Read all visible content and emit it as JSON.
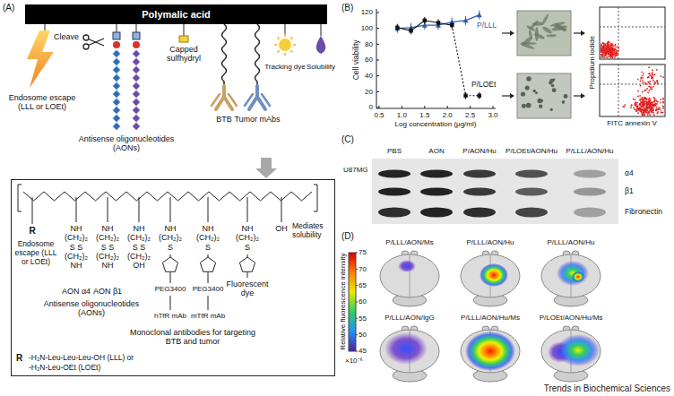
{
  "diagram": {
    "nodes": [
      {
        "text": [
          "Polymalic acid"
        ]
      },
      {
        "text": [
          "R",
          "Endosome escape (LLL or LOEt)",
          "Mediates solubility",
          "NH (CH₂)₂ S S (CH₂)₂ NH",
          "NH (CH₂)₂ S S (CH₂)₂ NH",
          "NH (CH₂)₂ S S (CH₂)₂ OH",
          "NH (CH₂)₂ S",
          "NH (CH₂)₂ S",
          "NH (CH₂)₂ S",
          "OH",
          "AON α4",
          "AON β1",
          "Antisense oligonucleotides (AONs)",
          "PEG3400",
          "PEG3400",
          "Fluorescent dye",
          "hTfR mAb",
          "mTfR mAb",
          "Monoclonal antibodies for targeting BTB and tumor",
          "R",
          "-H₂N-Leu-Leu-Leu-OH (LLL) or",
          "-H₂N-Leu-OEt (LOEt)"
        ]
      }
    ],
    "labels": [
      "(A)",
      "Endosome escape (LLL or LOEt)",
      "Cleave",
      "Antisense oligonucleotides (AONs)",
      "Capped sulfhydryl",
      "BTB",
      "Tumor mAbs",
      "Tracking dye",
      "Solubility",
      "(B)",
      "Cell viability",
      "0",
      "20",
      "40",
      "60",
      "80",
      "100",
      "120",
      "0.5",
      "1.0",
      "1.5",
      "2.0",
      "2.5",
      "3.0",
      "Log concentration (μg/ml)",
      "P/LLL",
      "P/LOEt",
      "Propidium iodide",
      "FITC annexin V",
      "(C)",
      "U87MG",
      "PBS",
      "AON",
      "P/AON/Hu",
      "P/LOEt/AON/Hu",
      "P/LLL/AON/Hu",
      "α4",
      "β1",
      "Fibronectin",
      "(D)",
      "Relative fluorescence intensity",
      "75",
      "70",
      "65",
      "60",
      "55",
      "50",
      "45",
      "×10⁻⁶",
      "P/LLL/AON/Ms",
      "P/LLL/AON/Hu",
      "P/LLL/AON/Hu",
      "P/LLL/AON/IgG",
      "P/LLL/AON/Hu/Ms",
      "P/LOEt/AON/Hu/Ms",
      "Trends in Biochemical Sciences"
    ]
  }
}
